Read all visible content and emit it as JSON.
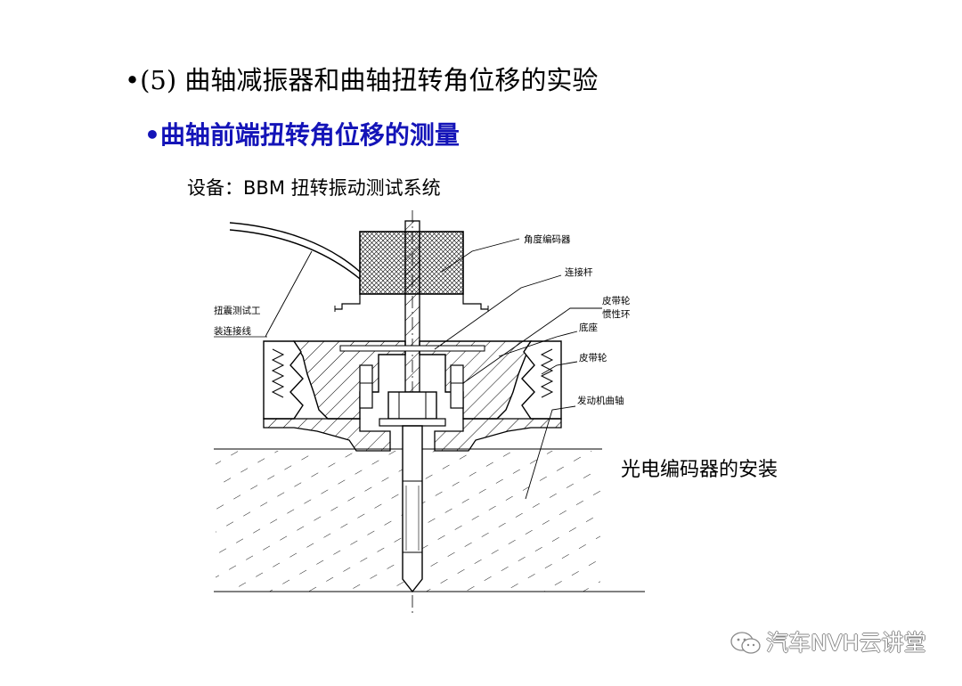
{
  "slide": {
    "title": "•(5) 曲轴减振器和曲轴扭转角位移的实验",
    "subtitle": "•曲轴前端扭转角位移的测量",
    "equipment": "设备：BBM 扭转振动测试系统",
    "caption": "光电编码器的安装"
  },
  "diagram": {
    "labels": {
      "encoder": "角度编码器",
      "rod": "连接杆",
      "pulley_ring_1": "皮带轮",
      "pulley_ring_2": "惯性环",
      "base": "底座",
      "pulley": "皮带轮",
      "crankshaft": "发动机曲轴",
      "cable_1": "扭震测试工",
      "cable_2": "装连接线"
    }
  },
  "watermark": {
    "text": "汽车NVH云讲堂",
    "icon": "wechat-icon"
  }
}
